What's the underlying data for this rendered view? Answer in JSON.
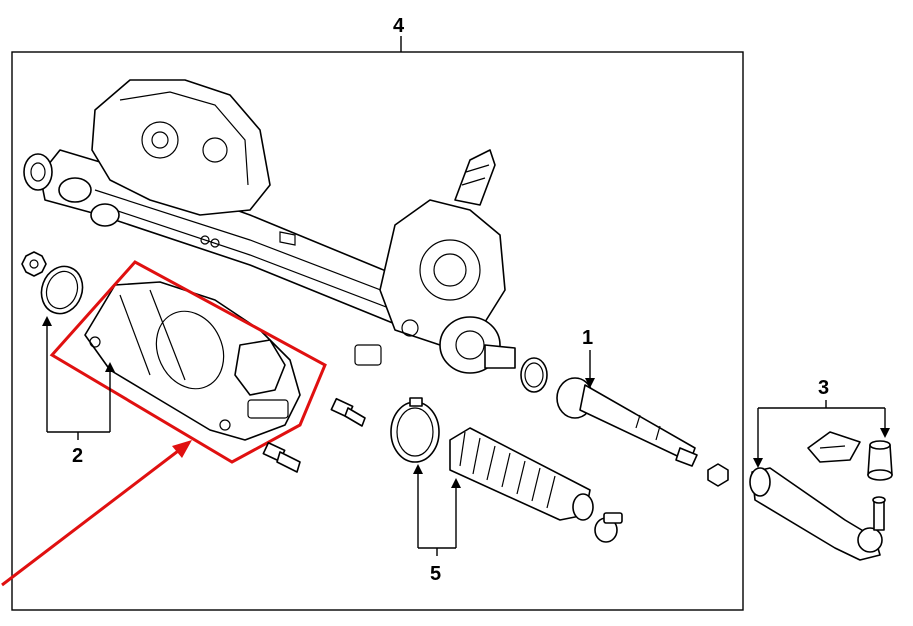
{
  "callouts": {
    "tie_rod_inner": "1",
    "motor_assembly": "2",
    "tie_rod_end": "3",
    "rack_and_pinion": "4",
    "boot_kit": "5"
  },
  "colors": {
    "highlight": "#e01010",
    "line": "#000000",
    "background": "#ffffff"
  }
}
